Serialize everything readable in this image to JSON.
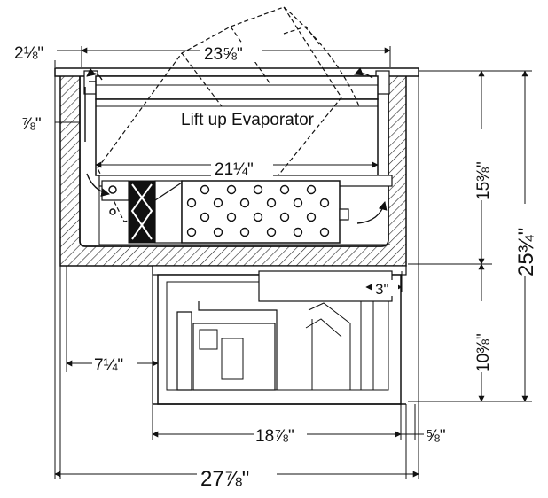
{
  "drawing": {
    "label": "Lift up Evaporator",
    "dimensions": {
      "top_left": "2⅛\"",
      "top_width": "23⅝\"",
      "left_wall": "⅞\"",
      "inner_width": "21¼\"",
      "upper_height": "15⅜\"",
      "total_height": "25¾\"",
      "small_offset": "3\"",
      "lower_height": "10⅜\"",
      "left_offset": "7¼\"",
      "lower_width": "18⅞\"",
      "right_offset": "⅝\"",
      "total_width": "27⅞\""
    }
  }
}
